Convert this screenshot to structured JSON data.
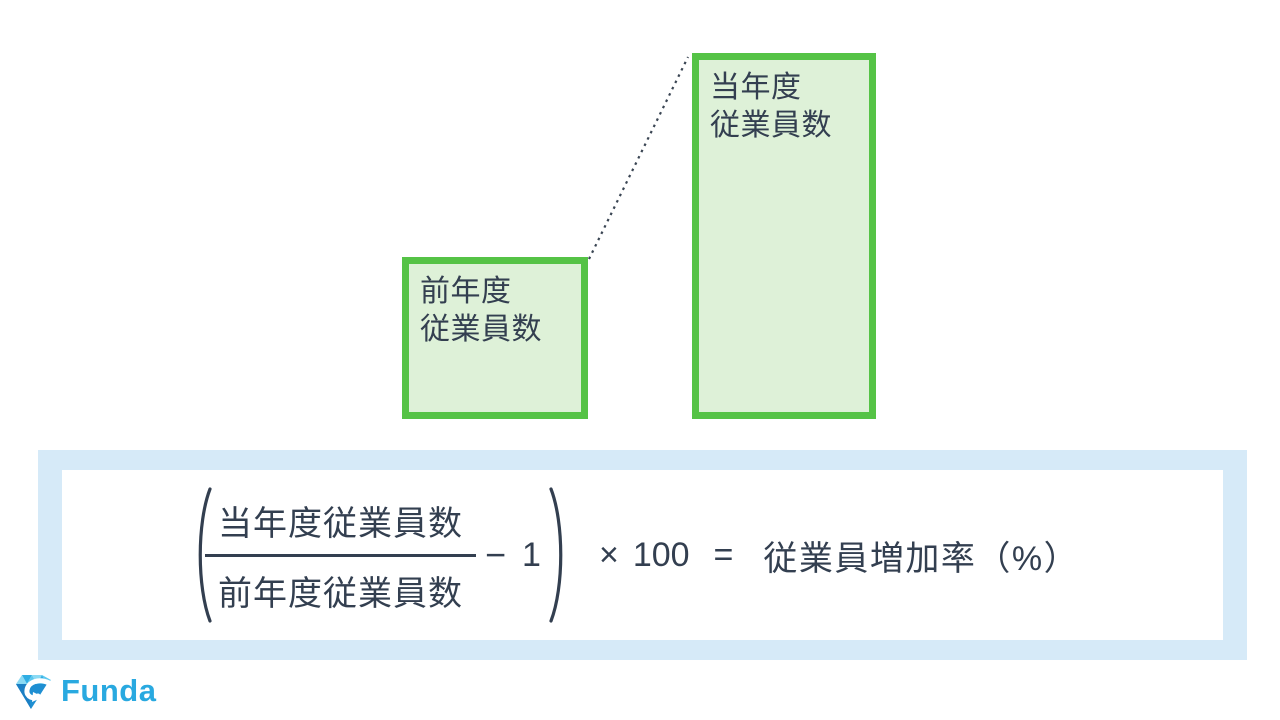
{
  "bars": [
    {
      "name": "previous-year",
      "label_line1": "前年度",
      "label_line2": "従業員数"
    },
    {
      "name": "current-year",
      "label_line1": "当年度",
      "label_line2": "従業員数"
    }
  ],
  "formula": {
    "numerator": "当年度従業員数",
    "denominator": "前年度従業員数",
    "operator_minus": "−",
    "constant_one": "1",
    "operator_times": "×",
    "constant_hundred": "100",
    "operator_equals": "=",
    "result_label": "従業員増加率（%）"
  },
  "logo": {
    "text": "Funda"
  },
  "colors": {
    "bar_border_green": "#55C346",
    "bar_fill_green": "#DEF1D8",
    "text_dark": "#333F50",
    "formula_panel_blue": "#D6EAF8",
    "formula_inner_white": "#FFFFFF",
    "logo_blue": "#29A9E0",
    "dotted_line": "#3A4553"
  }
}
